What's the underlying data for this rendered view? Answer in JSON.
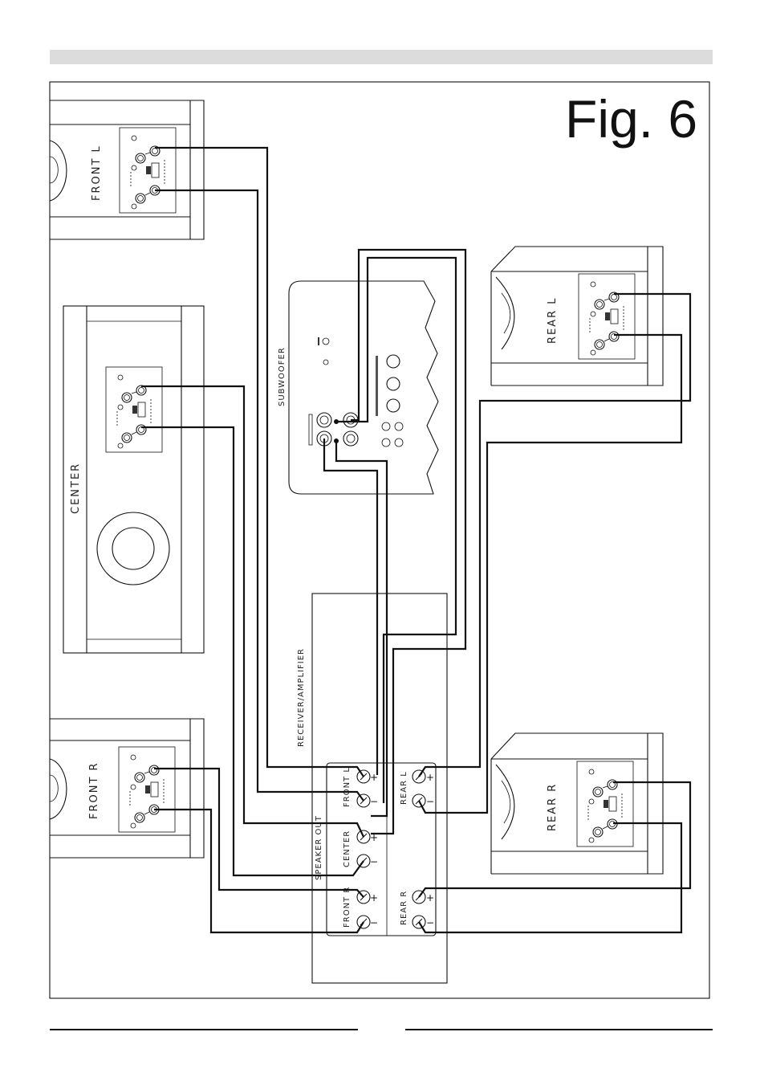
{
  "figure": {
    "title": "Fig. 6"
  },
  "speakers": {
    "front_left": "FRONT L",
    "front_right": "FRONT R",
    "center": "CENTER",
    "rear_left": "REAR L",
    "rear_right": "REAR R"
  },
  "subwoofer": {
    "label": "SUBWOOFER"
  },
  "receiver": {
    "label": "RECEIVER/AMPLIFIER",
    "speaker_out": "SPEAKER OUT",
    "channels": {
      "front_l": "FRONT L",
      "center": "CENTER",
      "front_r": "FRONT R",
      "rear_l": "REAR L",
      "rear_r": "REAR R"
    }
  },
  "terminal_signs": {
    "plus": "+",
    "minus": "−"
  }
}
